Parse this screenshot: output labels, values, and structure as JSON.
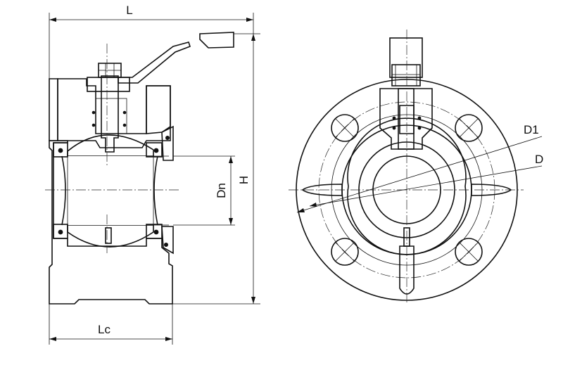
{
  "labels": {
    "length": "L",
    "height": "H",
    "nominal_diameter": "Dn",
    "flange_length": "Lc",
    "bolt_circle_diameter": "D1",
    "outer_diameter": "D"
  }
}
